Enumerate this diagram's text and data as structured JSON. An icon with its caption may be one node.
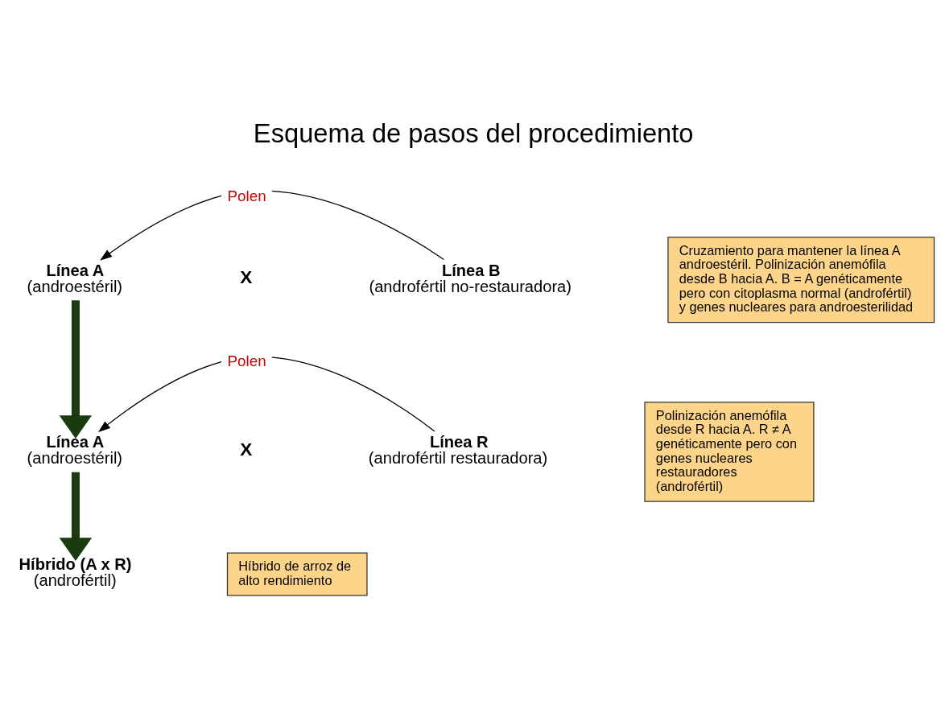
{
  "diagram": {
    "title": "Esquema de pasos del procedimiento",
    "nodes": [
      {
        "text": [
          "Línea A",
          "(androestéril)"
        ]
      },
      {
        "text": [
          "Línea B",
          "(androfértil no-restauradora)"
        ]
      },
      {
        "text": [
          "Cruzamiento para mantener la línea A androestéril. Polinización anemófila desde B hacia A. B = A genéticamente pero con citoplasma normal (androfértil) y genes nucleares para androesterilidad"
        ]
      },
      {
        "text": [
          "Línea A",
          "(androestéril)"
        ]
      },
      {
        "text": [
          "Línea R",
          "(androfértil restauradora)"
        ]
      },
      {
        "text": [
          "Polinización anemófila desde R hacia A. R ≠ A genéticamente pero con genes nucleares restauradores (androfértil)"
        ]
      },
      {
        "text": [
          "Híbrido (A x R)",
          "(androfértil)"
        ]
      },
      {
        "text": [
          "Híbrido de arroz de alto rendimiento"
        ]
      }
    ],
    "edges": [
      {
        "from": 1,
        "to": 0,
        "arrow": "to",
        "label": "Polen"
      },
      {
        "from": 0,
        "to": 3,
        "arrow": "to",
        "style": "thick"
      },
      {
        "from": 4,
        "to": 3,
        "arrow": "to",
        "label": "Polen"
      },
      {
        "from": 3,
        "to": 6,
        "arrow": "to",
        "style": "thick"
      }
    ],
    "labels": [
      "X",
      "X"
    ]
  }
}
